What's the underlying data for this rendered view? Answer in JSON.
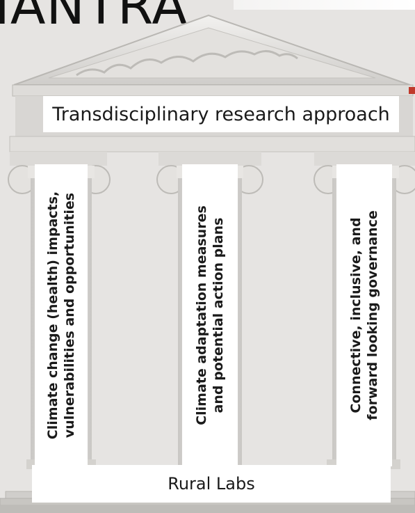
{
  "title": "IANTRA",
  "top_bar": {
    "label": "Transdisciplinary research approach"
  },
  "pillars": [
    {
      "line1": "Climate change (health) impacts,",
      "line2": "vulnerabilities and opportunities"
    },
    {
      "line1": "Climate adaptation measures",
      "line2": "and potential action plans"
    },
    {
      "line1": "Connective, inclusive, and",
      "line2": "forward looking governance"
    }
  ],
  "base": {
    "label": "Rural Labs"
  },
  "colors": {
    "background": "#e6e4e2",
    "stone": "#d2d0cc",
    "label_fill": "#ffffff",
    "text": "#1a1a1a"
  }
}
